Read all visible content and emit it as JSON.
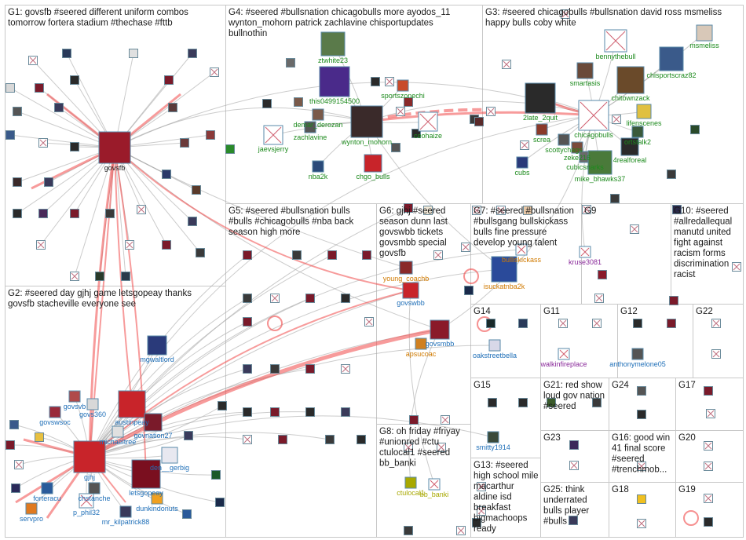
{
  "colors": {
    "group_border": "#c8c8c8",
    "edge_gray": "#a8a8a8",
    "edge_red": "#f04848",
    "label_green": "#1c8a1c",
    "label_blue": "#1f6fb8",
    "label_orange": "#d07a00",
    "label_purple": "#8a2a9a",
    "label_text": "#1a1a1a"
  },
  "groups": [
    {
      "id": "G1",
      "lines": [
        "G1: govsfb #seered different uniform combos",
        "tomorrow fortera stadium #thechase #fttb"
      ]
    },
    {
      "id": "G2",
      "lines": [
        "G2: #seered day gjhj game letsgopeay thanks",
        "govsfb stacheville everyone see"
      ]
    },
    {
      "id": "G3",
      "lines": [
        "G3: #seered chicagobulls #bullsnation david ross msmeliss",
        "happy bulls coby white"
      ]
    },
    {
      "id": "G4",
      "lines": [
        "G4: #seered #bullsnation chicagobulls more ayodos_11",
        "wynton_mohorn patrick zachlavine chisportupdates",
        "bullnothin"
      ]
    },
    {
      "id": "G5",
      "lines": [
        "G5: #seered #bullsnation bulls",
        "#bulls #chicagobulls #nba back",
        "season high more"
      ]
    },
    {
      "id": "G6",
      "lines": [
        "G6: gjhj #seered",
        "season dunn last",
        "govswbb tickets",
        "govsmbb special",
        "govsfb"
      ]
    },
    {
      "id": "G7",
      "lines": [
        "G7: #seered #bullsnation",
        "#bullsgang bullskickass",
        "bulls fine pressure",
        "develop young talent"
      ]
    },
    {
      "id": "G8",
      "lines": [
        "G8: oh friday #friyay",
        "#unionred #ctu",
        "ctulocal1 #seered",
        "bb_banki"
      ]
    },
    {
      "id": "G9",
      "lines": [
        "G9"
      ]
    },
    {
      "id": "G10",
      "lines": [
        "G10: #seered",
        "#allredallequal",
        "manutd united",
        "fight against",
        "racism forms",
        "discrimination",
        "racist"
      ]
    },
    {
      "id": "G11",
      "lines": [
        "G11"
      ]
    },
    {
      "id": "G12",
      "lines": [
        "G12"
      ]
    },
    {
      "id": "G13",
      "lines": [
        "G13: #seered",
        "high school mile",
        "macarthur",
        "aldine isd",
        "breakfast",
        "bigmachoops",
        "ready"
      ]
    },
    {
      "id": "G14",
      "lines": [
        "G14"
      ]
    },
    {
      "id": "G15",
      "lines": [
        "G15"
      ]
    },
    {
      "id": "G16",
      "lines": [
        "G16: good win",
        "41 final score",
        "#seered",
        "#trenchmob..."
      ]
    },
    {
      "id": "G17",
      "lines": [
        "G17"
      ]
    },
    {
      "id": "G18",
      "lines": [
        "G18"
      ]
    },
    {
      "id": "G19",
      "lines": [
        "G19"
      ]
    },
    {
      "id": "G20",
      "lines": [
        "G20"
      ]
    },
    {
      "id": "G21",
      "lines": [
        "G21: red show",
        "loud gov nation",
        "#seered"
      ]
    },
    {
      "id": "G22",
      "lines": [
        "G22"
      ]
    },
    {
      "id": "G23",
      "lines": [
        "G23"
      ]
    },
    {
      "id": "G24",
      "lines": [
        "G24"
      ]
    },
    {
      "id": "G25",
      "lines": [
        "G25: think",
        "underrated",
        "bulls player",
        "#bulls"
      ]
    }
  ],
  "nodes": [
    {
      "label": "govsfb",
      "color": "#1a1a1a"
    },
    {
      "label": "mgwaltlord",
      "color": "#1f6fb8"
    },
    {
      "label": "govsvb",
      "color": "#1f6fb8"
    },
    {
      "label": "govs360",
      "color": "#1f6fb8"
    },
    {
      "label": "austinpeay",
      "color": "#1f6fb8"
    },
    {
      "label": "govnation27",
      "color": "#1f6fb8"
    },
    {
      "label": "michaeltree",
      "color": "#1f6fb8"
    },
    {
      "label": "govswsoc",
      "color": "#1f6fb8"
    },
    {
      "label": "gjhj",
      "color": "#1f6fb8"
    },
    {
      "label": "den__gerbig",
      "color": "#1f6fb8"
    },
    {
      "label": "letsgopeay",
      "color": "#1f6fb8"
    },
    {
      "label": "chstanche",
      "color": "#1f6fb8"
    },
    {
      "label": "dunkindonuts",
      "color": "#1f6fb8"
    },
    {
      "label": "forteracu",
      "color": "#1f6fb8"
    },
    {
      "label": "p_phil32",
      "color": "#1f6fb8"
    },
    {
      "label": "servpro",
      "color": "#1f6fb8"
    },
    {
      "label": "mr_kilpatrick88",
      "color": "#1f6fb8"
    },
    {
      "label": "ztwhite23",
      "color": "#1c8a1c"
    },
    {
      "label": "this0499154500",
      "color": "#1c8a1c"
    },
    {
      "label": "sportszonechi",
      "color": "#1c8a1c"
    },
    {
      "label": "demar_derozan",
      "color": "#1c8a1c"
    },
    {
      "label": "zachlavine",
      "color": "#1c8a1c"
    },
    {
      "label": "wynton_mohorn",
      "color": "#1c8a1c"
    },
    {
      "label": "ceohaize",
      "color": "#1c8a1c"
    },
    {
      "label": "jaevsjerry",
      "color": "#1c8a1c"
    },
    {
      "label": "nba2k",
      "color": "#1c8a1c"
    },
    {
      "label": "chgo_bulls",
      "color": "#1c8a1c"
    },
    {
      "label": "bennythebull",
      "color": "#1c8a1c"
    },
    {
      "label": "msmeliss",
      "color": "#1c8a1c"
    },
    {
      "label": "smartasis",
      "color": "#1c8a1c"
    },
    {
      "label": "chisportscraz82",
      "color": "#1c8a1c"
    },
    {
      "label": "chitownzack",
      "color": "#1c8a1c"
    },
    {
      "label": "2late_2quit",
      "color": "#1c8a1c"
    },
    {
      "label": "lifenscenes",
      "color": "#1c8a1c"
    },
    {
      "label": "chicagobulls",
      "color": "#1c8a1c"
    },
    {
      "label": "screa",
      "color": "#1c8a1c"
    },
    {
      "label": "scottychags",
      "color": "#1c8a1c"
    },
    {
      "label": "zeke216",
      "color": "#1c8a1c"
    },
    {
      "label": "cubicsnarks",
      "color": "#1c8a1c"
    },
    {
      "label": "ortstalk2",
      "color": "#1c8a1c"
    },
    {
      "label": "4realforeal",
      "color": "#1c8a1c"
    },
    {
      "label": "cubs",
      "color": "#1c8a1c"
    },
    {
      "label": "mike_bhawks37",
      "color": "#1c8a1c"
    },
    {
      "label": "young_coachb",
      "color": "#d07a00"
    },
    {
      "label": "govswbb",
      "color": "#1f6fb8"
    },
    {
      "label": "apsucoac",
      "color": "#d07a00"
    },
    {
      "label": "govsmbb",
      "color": "#1f6fb8"
    },
    {
      "label": "bulliskickass",
      "color": "#d07a00"
    },
    {
      "label": "isuckatnba2k",
      "color": "#d07a00"
    },
    {
      "label": "kruse3081",
      "color": "#8a2a9a"
    },
    {
      "label": "oakstreetbella",
      "color": "#1f6fb8"
    },
    {
      "label": "walkinfireplace",
      "color": "#8a2a9a"
    },
    {
      "label": "anthonymelone05",
      "color": "#1f6fb8"
    },
    {
      "label": "smitty1914",
      "color": "#1f6fb8"
    },
    {
      "label": "bb_banki",
      "color": "#a8a800"
    },
    {
      "label": "ctulocal1",
      "color": "#a8a800"
    }
  ]
}
